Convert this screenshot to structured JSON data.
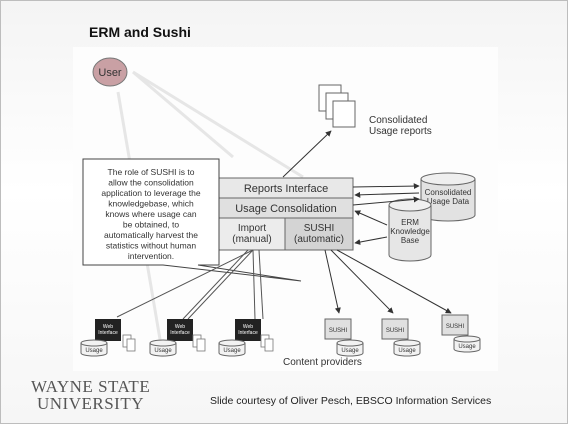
{
  "slide": {
    "title": "ERM and Sushi",
    "credit": "Slide courtesy of Oliver Pesch, EBSCO Information Services",
    "logo": {
      "line1": "WAYNE STATE",
      "line2": "UNIVERSITY"
    }
  },
  "diagram": {
    "user_label": "User",
    "reports_label": "Consolidated\nUsage reports",
    "callout_text": "The role of SUSHI is to\nallow the consolidation\napplication to leverage the\nknowledgebase, which\nknows where usage can\nbe obtained, to\nautomatically harvest the\nstatistics without human\nintervention.",
    "modules": {
      "reports_interface": "Reports Interface",
      "usage_consolidation": "Usage Consolidation",
      "import_manual": "Import\n(manual)",
      "sushi_automatic": "SUSHI\n(automatic)"
    },
    "databases": {
      "consolidated_usage": "Consolidated\nUsage Data",
      "erm_knowledge": "ERM\nKnowledge\nBase"
    },
    "provider_boxes": [
      "Web\nInterface",
      "Web\nInterface",
      "Web\nInterface",
      "SUSHI",
      "SUSHI",
      "SUSHI"
    ],
    "usage_label": "Usage",
    "content_providers": "Content providers"
  }
}
